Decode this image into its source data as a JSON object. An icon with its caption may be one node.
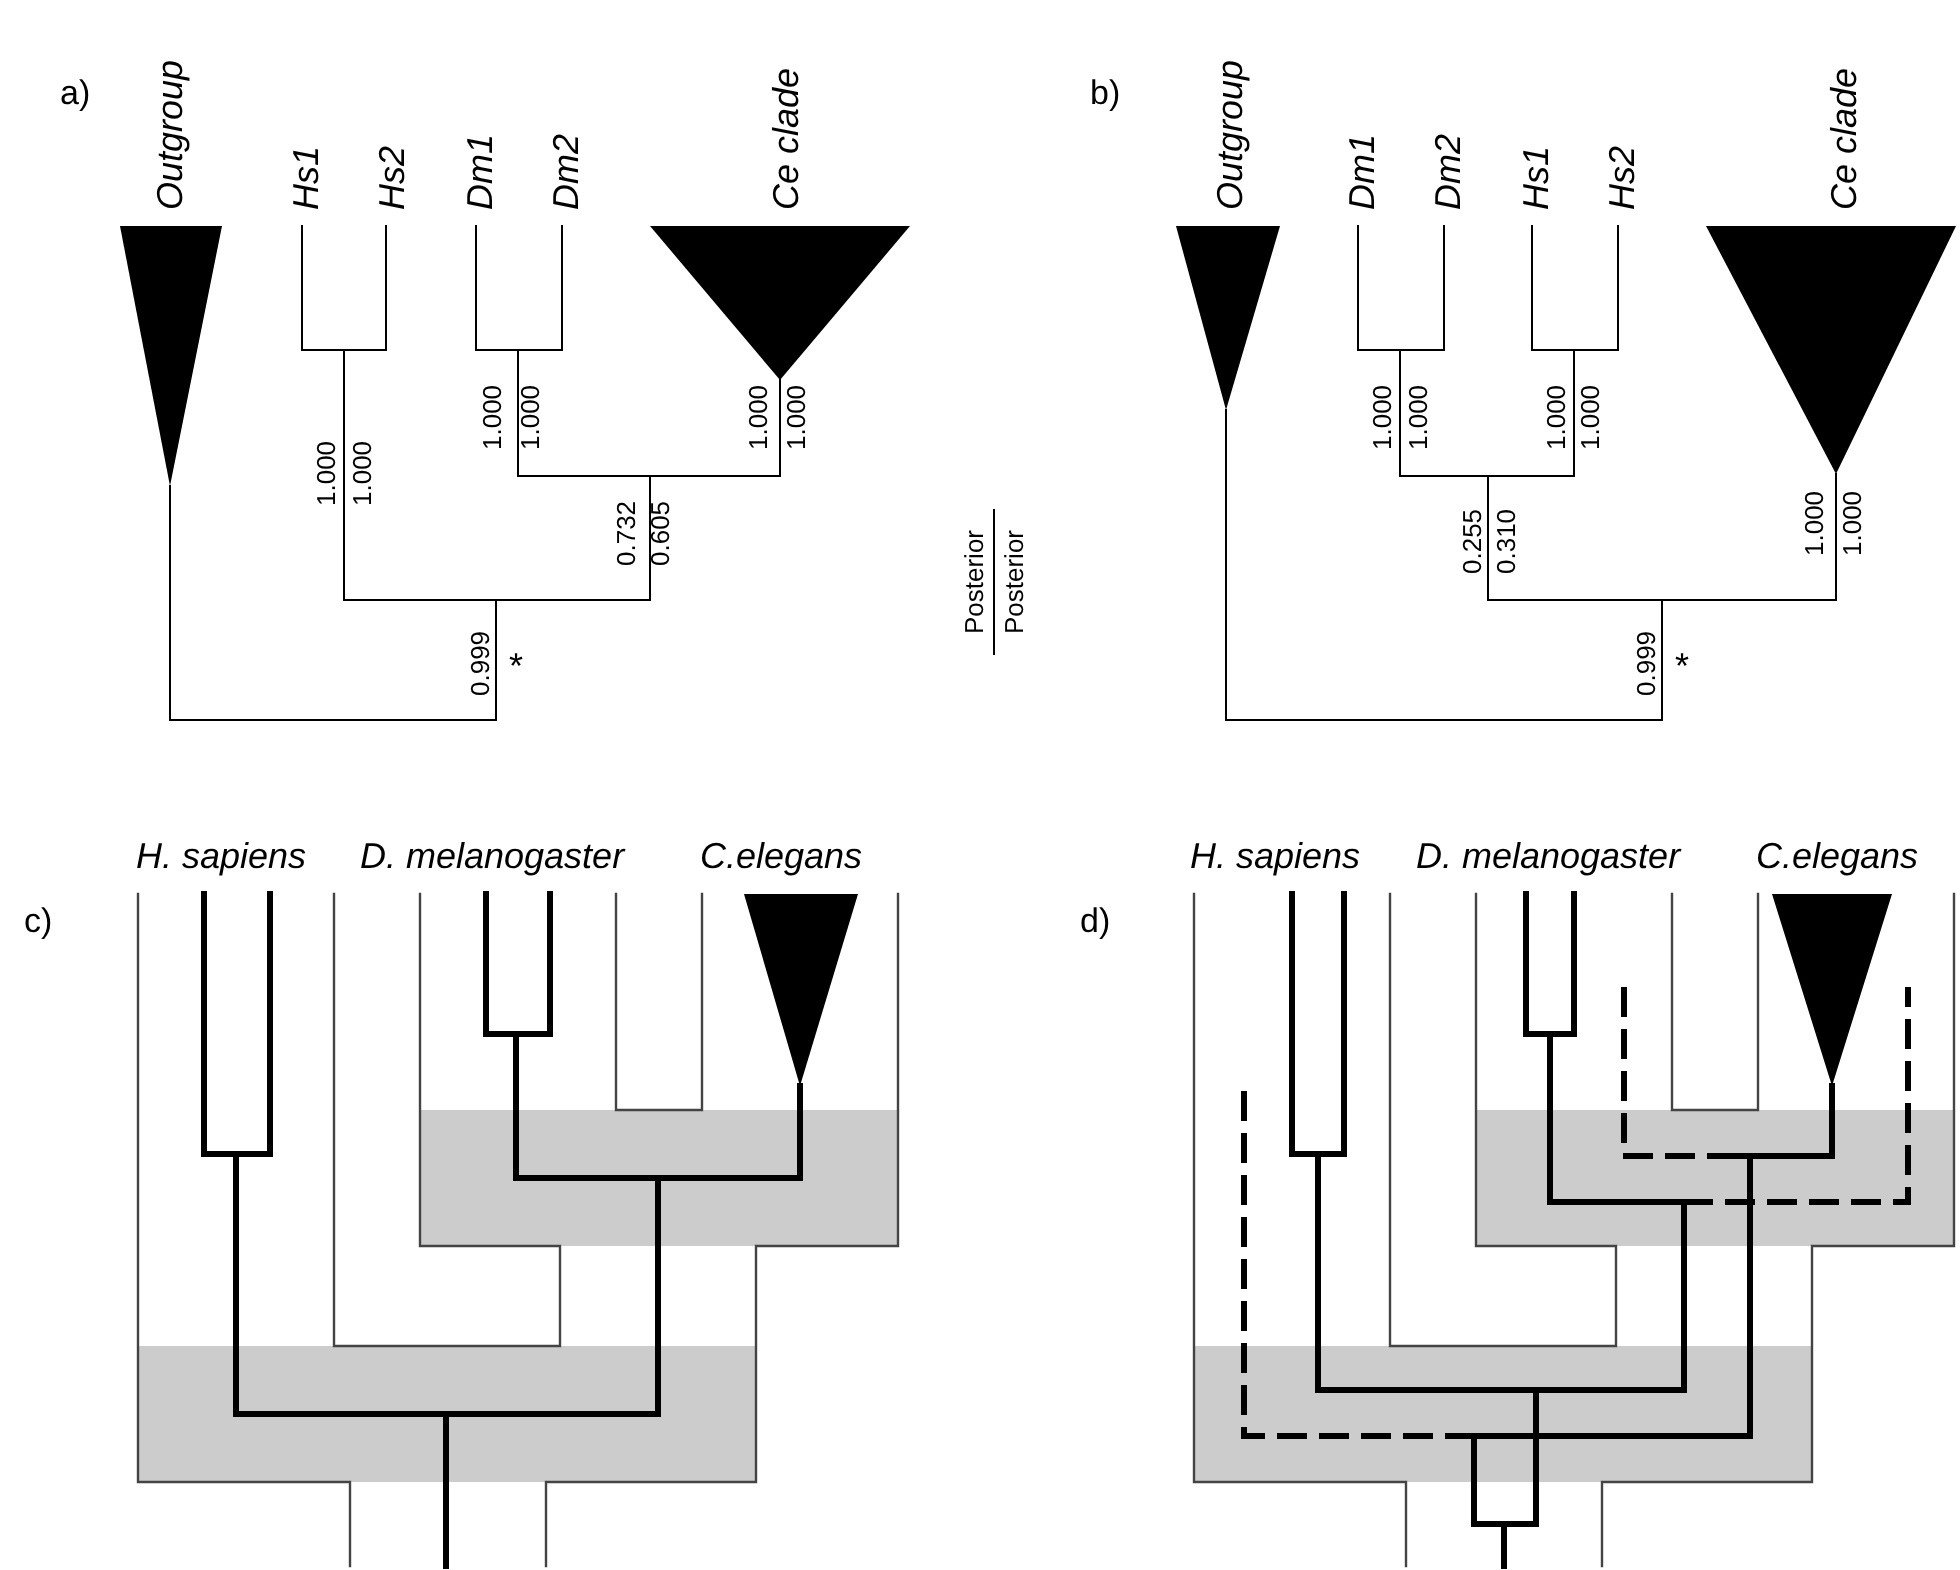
{
  "diagram": {
    "labels": [
      "a)",
      "Outgroup",
      "Hs1",
      "Hs2",
      "Dm1",
      "Dm2",
      "Ce clade",
      "1.000",
      "1.000",
      "1.000",
      "1.000",
      "1.000",
      "1.000",
      "0.732",
      "0.605",
      "0.999",
      "*",
      "Posterior",
      "Posterior",
      "b)",
      "Outgroup",
      "Dm1",
      "Dm2",
      "Hs1",
      "Hs2",
      "Ce clade",
      "1.000",
      "1.000",
      "1.000",
      "1.000",
      "0.255",
      "0.310",
      "1.000",
      "1.000",
      "0.999",
      "*",
      "H. sapiens",
      "D. melanogaster",
      "C.elegans",
      "c)",
      "H. sapiens",
      "D. melanogaster",
      "C.elegans",
      "d)"
    ]
  }
}
